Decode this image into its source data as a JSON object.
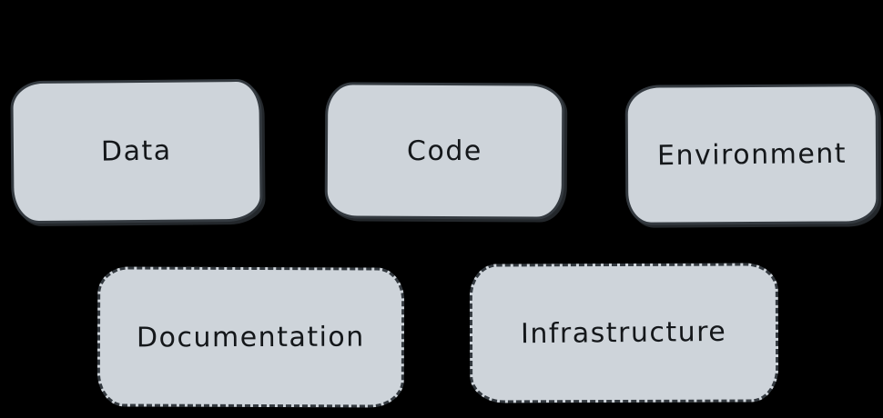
{
  "style": {
    "canvas_bg": "#000000",
    "box_fill": "#ced4da",
    "box_stroke": "#343a40",
    "text_color": "#14171a"
  },
  "diagram": {
    "boxes": [
      {
        "label": "Data",
        "border": "solid"
      },
      {
        "label": "Code",
        "border": "solid"
      },
      {
        "label": "Environment",
        "border": "solid"
      },
      {
        "label": "Documentation",
        "border": "dashed"
      },
      {
        "label": "Infrastructure",
        "border": "dashed"
      }
    ]
  }
}
